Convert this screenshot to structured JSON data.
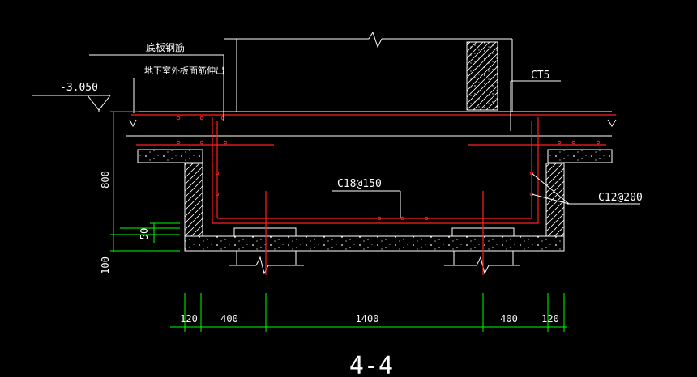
{
  "labels": {
    "bottom_slab_rebar": "底板钢筋",
    "exterior_slab_rebar": "地下室外板面筋伸出",
    "elevation": "-3.050",
    "ct5": "CT5",
    "c18": "C18@150",
    "c12": "C12@200",
    "section_title": "4-4"
  },
  "dimensions": {
    "vertical": [
      "800",
      "50",
      "100"
    ],
    "horizontal": [
      "120",
      "400",
      "1400",
      "400",
      "120"
    ]
  },
  "colors": {
    "background": "#000000",
    "lines": "#ffffff",
    "rebar": "#ff2020",
    "dimension": "#00ff00"
  }
}
